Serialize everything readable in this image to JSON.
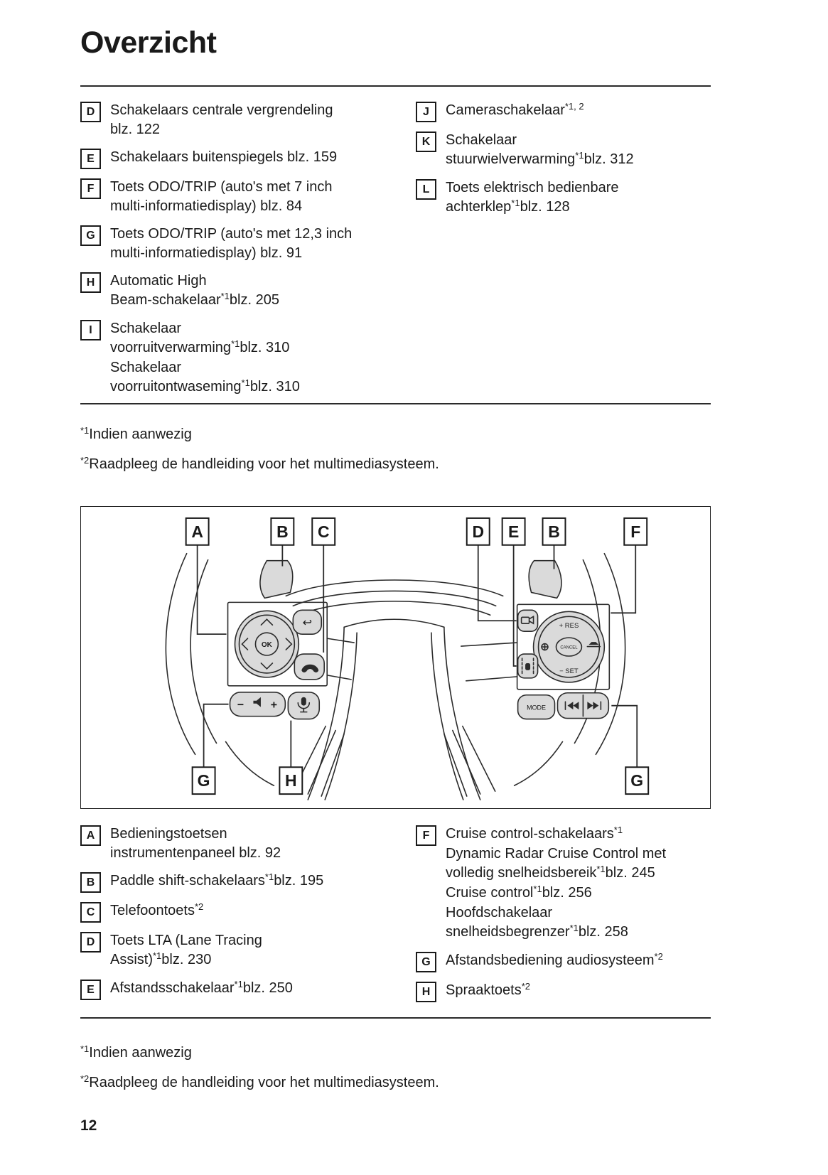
{
  "page": {
    "title": "Overzicht",
    "page_number": "12"
  },
  "legend_top": {
    "left": [
      {
        "label": "D",
        "lines": [
          "Schakelaars centrale vergrendeling",
          "blz. 122"
        ]
      },
      {
        "label": "E",
        "lines": [
          "Schakelaars buitenspiegels blz. 159"
        ]
      },
      {
        "label": "F",
        "lines": [
          "Toets ODO/TRIP (auto's met 7 inch",
          "multi-informatiedisplay) blz. 84"
        ]
      },
      {
        "label": "G",
        "lines": [
          "Toets ODO/TRIP (auto's met 12,3 inch",
          "multi-informatiedisplay) blz. 91"
        ]
      },
      {
        "label": "H",
        "lines": [
          "Automatic High",
          "Beam-schakelaar^{*1}blz. 205"
        ]
      },
      {
        "label": "I",
        "lines": [
          "Schakelaar",
          "voorruitverwarming^{*1}blz. 310",
          "Schakelaar",
          "voorruitontwaseming^{*1}blz. 310"
        ]
      }
    ],
    "right": [
      {
        "label": "J",
        "lines": [
          "Cameraschakelaar^{*1, 2}"
        ]
      },
      {
        "label": "K",
        "lines": [
          "Schakelaar",
          "stuurwielverwarming^{*1}blz. 312"
        ]
      },
      {
        "label": "L",
        "lines": [
          "Toets elektrisch bedienbare",
          "achterklep^{*1}blz. 128"
        ]
      }
    ]
  },
  "legend_bottom": {
    "left": [
      {
        "label": "A",
        "lines": [
          "Bedieningstoetsen",
          "instrumentenpaneel blz. 92"
        ]
      },
      {
        "label": "B",
        "lines": [
          "Paddle shift-schakelaars^{*1}blz. 195"
        ]
      },
      {
        "label": "C",
        "lines": [
          "Telefoontoets^{*2}"
        ]
      },
      {
        "label": "D",
        "lines": [
          "Toets LTA (Lane Tracing",
          "Assist)^{*1}blz. 230"
        ]
      },
      {
        "label": "E",
        "lines": [
          "Afstandsschakelaar^{*1}blz. 250"
        ]
      }
    ],
    "right": [
      {
        "label": "F",
        "lines": [
          "Cruise control-schakelaars^{*1}",
          "Dynamic Radar Cruise Control met",
          "volledig snelheidsbereik^{*1}blz. 245",
          "Cruise control^{*1}blz. 256",
          "Hoofdschakelaar",
          "snelheidsbegrenzer^{*1}blz. 258"
        ]
      },
      {
        "label": "G",
        "lines": [
          "Afstandsbediening audiosysteem^{*2}"
        ]
      },
      {
        "label": "H",
        "lines": [
          "Spraaktoets^{*2}"
        ]
      }
    ]
  },
  "footnotes": [
    "^{*1}Indien aanwezig",
    "^{*2}Raadpleeg de handleiding voor het multimediasysteem."
  ],
  "diagram": {
    "top_labels": [
      "A",
      "B",
      "C",
      "D",
      "E",
      "B",
      "F"
    ],
    "bottom_labels": [
      "G",
      "H",
      "G"
    ],
    "buttons": {
      "ok": "OK",
      "back": "↩",
      "res": "+ RES",
      "cancel": "CANCEL",
      "set": "− SET",
      "mode": "MODE",
      "volume_minus": "−",
      "volume_plus": "+"
    }
  }
}
